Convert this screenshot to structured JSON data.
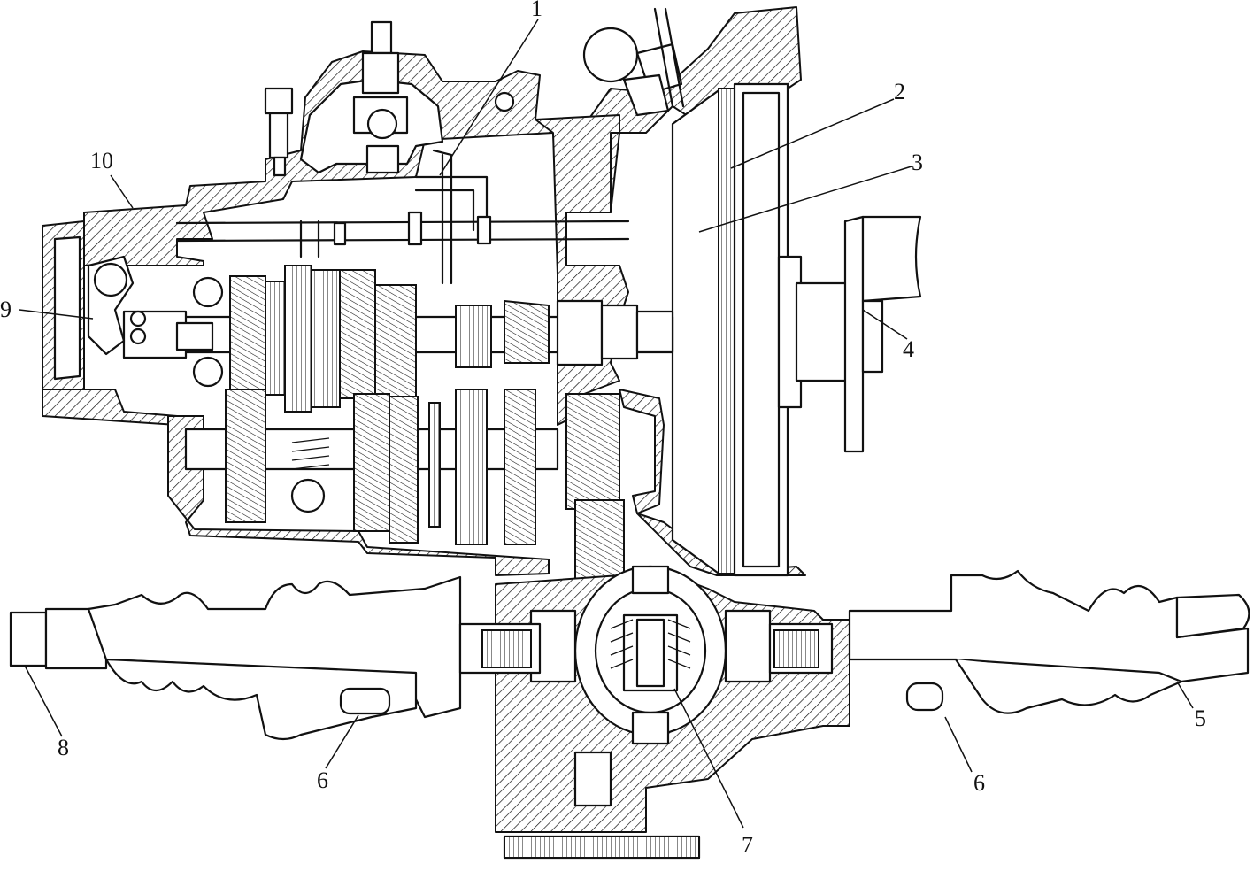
{
  "callouts": [
    {
      "id": "1",
      "label": "1"
    },
    {
      "id": "2",
      "label": "2"
    },
    {
      "id": "3",
      "label": "3"
    },
    {
      "id": "4",
      "label": "4"
    },
    {
      "id": "5",
      "label": "5"
    },
    {
      "id": "6a",
      "label": "6"
    },
    {
      "id": "6b",
      "label": "6"
    },
    {
      "id": "7",
      "label": "7"
    },
    {
      "id": "8",
      "label": "8"
    },
    {
      "id": "9",
      "label": "9"
    },
    {
      "id": "10",
      "label": "10"
    }
  ]
}
